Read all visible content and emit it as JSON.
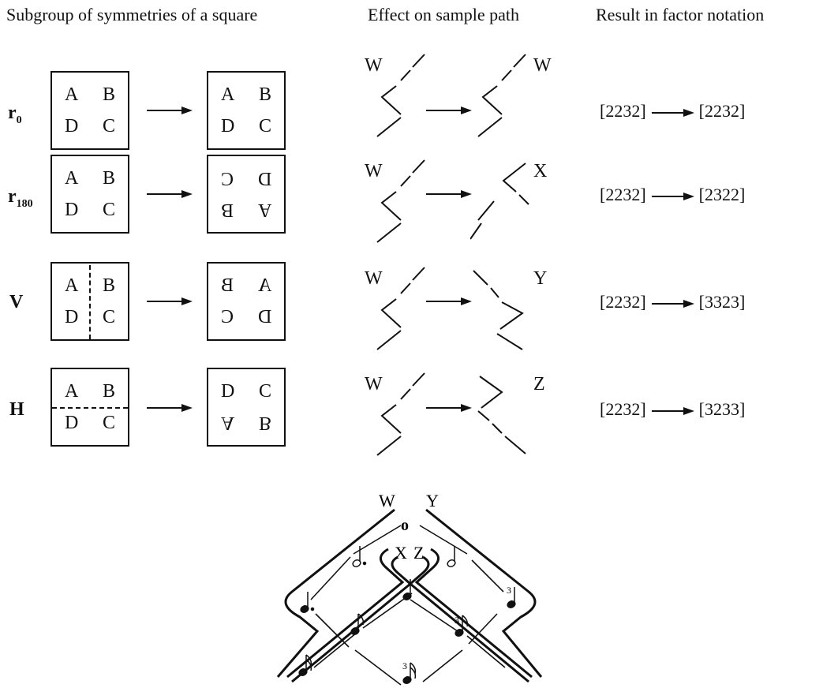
{
  "headers": {
    "col1": "Subgroup of symmetries of  a square",
    "col2": "Effect on sample path",
    "col3": "Result in factor notation"
  },
  "rows": [
    {
      "label": "r",
      "sub": "0",
      "orig": [
        "A",
        "B",
        "D",
        "C"
      ],
      "image": [
        "A",
        "B",
        "D",
        "C"
      ],
      "path_end": "W",
      "factor_from": "[2232]",
      "factor_to": "[2232]"
    },
    {
      "label": "r",
      "sub": "180",
      "orig": [
        "A",
        "B",
        "D",
        "C"
      ],
      "image": [
        "C",
        "D",
        "B",
        "A"
      ],
      "path_end": "X",
      "factor_from": "[2232]",
      "factor_to": "[2322]"
    },
    {
      "label": "V",
      "sub": "",
      "orig": [
        "A",
        "B",
        "D",
        "C"
      ],
      "image": [
        "B",
        "A",
        "C",
        "D"
      ],
      "path_end": "Y",
      "factor_from": "[2232]",
      "factor_to": "[3323]"
    },
    {
      "label": "H",
      "sub": "",
      "orig": [
        "A",
        "B",
        "D",
        "C"
      ],
      "image": [
        "D",
        "C",
        "A",
        "B"
      ],
      "path_end": "Z",
      "factor_from": "[2232]",
      "factor_to": "[3233]"
    }
  ],
  "path_start": "W",
  "bottom": {
    "labels": {
      "w": "W",
      "y": "Y",
      "x": "X",
      "z": "Z"
    },
    "note_symbols": {
      "whole": "o",
      "triplet": "3"
    }
  }
}
